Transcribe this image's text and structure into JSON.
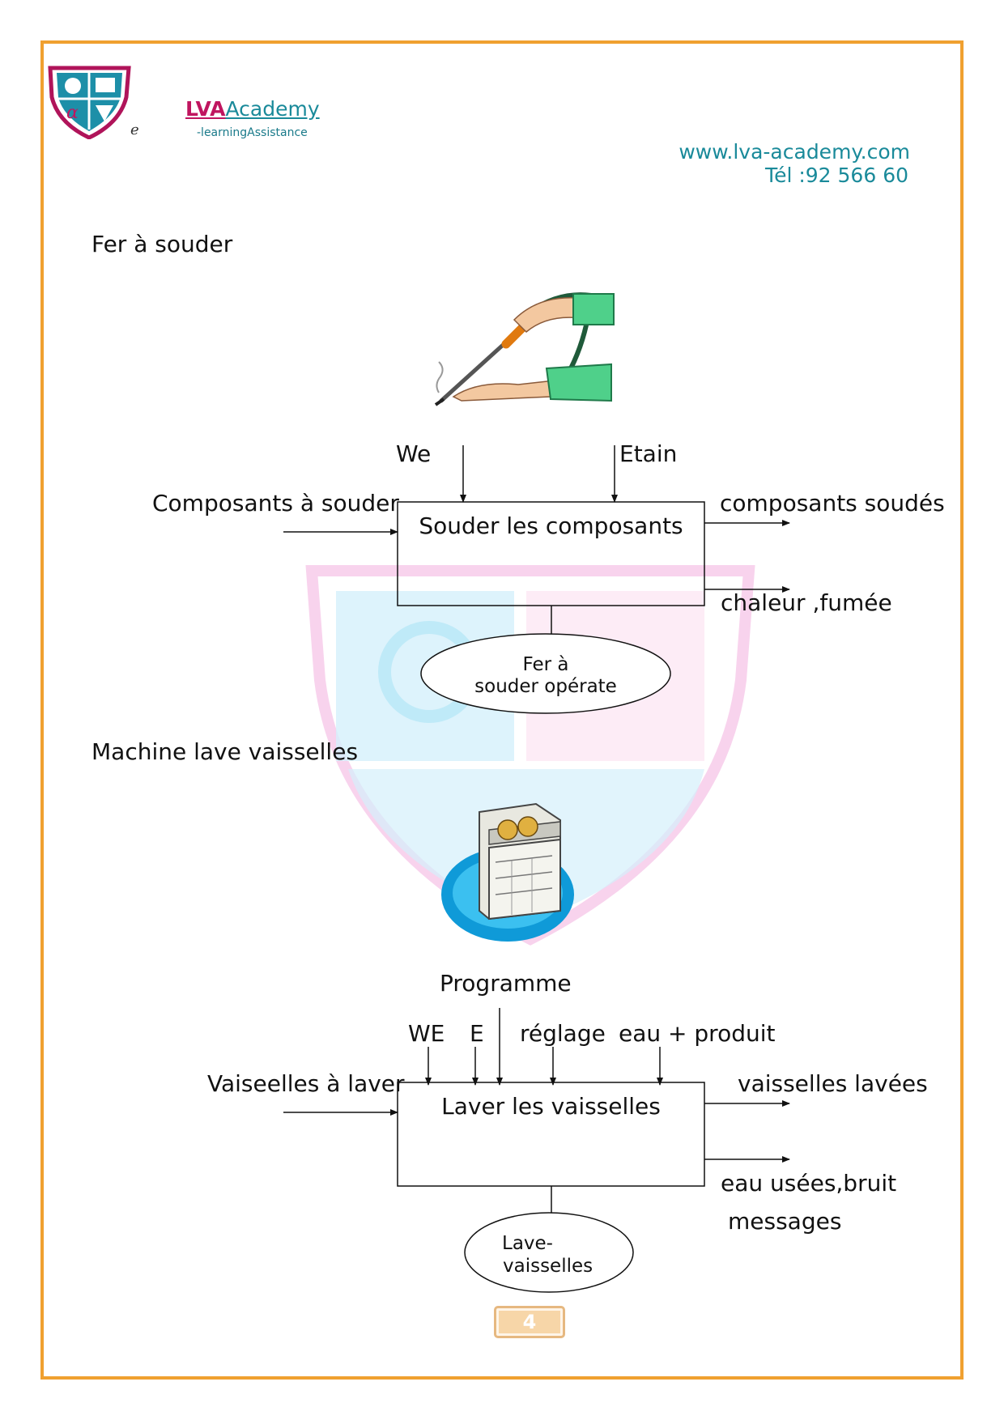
{
  "header": {
    "logo_lva": "LVA",
    "logo_academy": "Academy",
    "logo_tagline": "-learningAssistance",
    "logo_e": "e",
    "website": "www.lva-academy.com",
    "phone": "Tél :92 566 60"
  },
  "section1": {
    "title": "Fer à souder",
    "diagram": {
      "input": "Composants à souder",
      "top_left": "We",
      "top_right": "Etain",
      "function": "Souder les composants",
      "output1": "composants soudés",
      "output2": "chaleur ,fumée",
      "support_line1": "Fer à",
      "support_line2": "souder  opérate"
    }
  },
  "section2": {
    "title": "Machine lave vaisselles",
    "diagram": {
      "control_top": "Programme",
      "control_we": "WE",
      "control_e": "E",
      "control_reglage": "réglage",
      "control_eau": "eau + produit",
      "input": "Vaiseelles à laver",
      "function": "Laver les vaisselles",
      "output1": "vaisselles lavées",
      "output2": "eau usées,bruit",
      "output3": "messages",
      "support_line1": "Lave-",
      "support_line2": "vaisselles"
    }
  },
  "footer": {
    "page_number": "4"
  },
  "colors": {
    "frame": "#f0a030",
    "brand_magenta": "#c0155f",
    "brand_teal": "#1a8a9a"
  }
}
